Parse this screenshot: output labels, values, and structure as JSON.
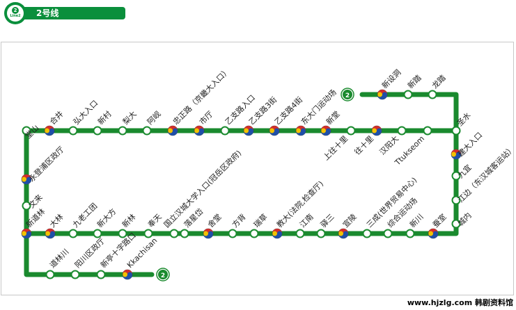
{
  "header": {
    "title": "2号线",
    "badge_number": "2",
    "badge_label": "Line2"
  },
  "colors": {
    "line": "#1a8a2e",
    "transfer_yellow": "#f2c200",
    "transfer_red": "#d12d2d",
    "transfer_blue": "#1f4fa8"
  },
  "line_endpoint_badge": "2",
  "stations": {
    "branch_top": [
      {
        "name": "新设洞",
        "transfer": true
      },
      {
        "name": "新踏",
        "transfer": false
      },
      {
        "name": "龙踏",
        "transfer": false
      }
    ],
    "top_row": [
      {
        "name": "堂山",
        "transfer": false
      },
      {
        "name": "合井",
        "transfer": true
      },
      {
        "name": "弘大入口",
        "transfer": false
      },
      {
        "name": "新村",
        "transfer": false
      },
      {
        "name": "梨大",
        "transfer": false
      },
      {
        "name": "阿岘",
        "transfer": false
      },
      {
        "name": "忠正路（京畿大入口）",
        "transfer": true
      },
      {
        "name": "市厅",
        "transfer": true
      },
      {
        "name": "乙支路入口",
        "transfer": false
      },
      {
        "name": "乙支路3街",
        "transfer": true
      },
      {
        "name": "乙支路4街",
        "transfer": true
      },
      {
        "name": "东大门运动场",
        "transfer": true
      },
      {
        "name": "新堂",
        "transfer": true
      },
      {
        "name": "上往十里",
        "transfer": false
      },
      {
        "name": "往十里",
        "transfer": true
      },
      {
        "name": "汉阳大",
        "transfer": false
      },
      {
        "name": "Ttukseom",
        "transfer": false
      },
      {
        "name": "圣水",
        "transfer": false
      }
    ],
    "right_column": [
      {
        "name": "建大入口",
        "transfer": true
      },
      {
        "name": "九宜",
        "transfer": false
      },
      {
        "name": "江边（东汉城客运站）",
        "transfer": false
      },
      {
        "name": "城内",
        "transfer": false
      }
    ],
    "left_column": [
      {
        "name": "永登浦区政厅",
        "transfer": true
      },
      {
        "name": "文来",
        "transfer": false
      }
    ],
    "bottom_row": [
      {
        "name": "新道林",
        "transfer": true
      },
      {
        "name": "大林",
        "transfer": true
      },
      {
        "name": "九老工团",
        "transfer": false
      },
      {
        "name": "新大方",
        "transfer": false
      },
      {
        "name": "新林",
        "transfer": false
      },
      {
        "name": "奉天",
        "transfer": false
      },
      {
        "name": "国立汉城大学入口(冠岳区政府)",
        "transfer": false
      },
      {
        "name": "落星岱",
        "transfer": false
      },
      {
        "name": "舍堂",
        "transfer": true
      },
      {
        "name": "方背",
        "transfer": false
      },
      {
        "name": "瑞草",
        "transfer": false
      },
      {
        "name": "教大(法院,检查厅)",
        "transfer": true
      },
      {
        "name": "江南",
        "transfer": false
      },
      {
        "name": "驿三",
        "transfer": false
      },
      {
        "name": "宣陵",
        "transfer": true
      },
      {
        "name": "三成(世界贸易中心)",
        "transfer": false
      },
      {
        "name": "综合运动场",
        "transfer": false
      },
      {
        "name": "新川",
        "transfer": false
      },
      {
        "name": "蚕室",
        "transfer": true
      }
    ],
    "branch_bottom": [
      {
        "name": "道林川",
        "transfer": false
      },
      {
        "name": "阳川区政厅",
        "transfer": false
      },
      {
        "name": "新亭十字路口",
        "transfer": false
      },
      {
        "name": "Kkachisan",
        "transfer": true
      }
    ]
  },
  "footer_text": "www.hjzlg.com 韩剧资料馆"
}
